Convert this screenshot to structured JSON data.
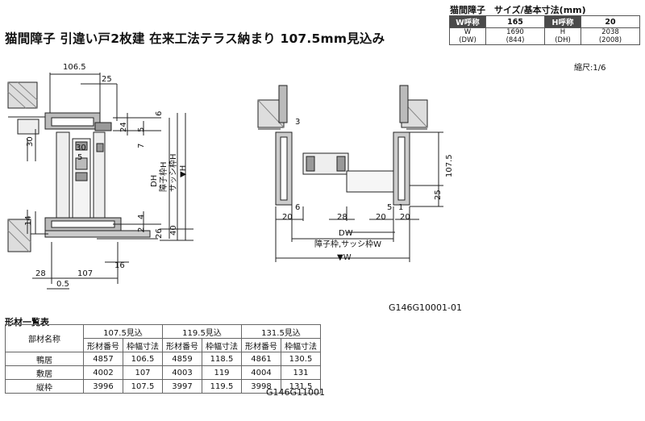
{
  "title": "猫間障子 引違い戸2枚建 在来工法テラス納まり 107.5mm見込み",
  "size_table": {
    "caption": "猫間障子　サイズ/基本寸法(mm)",
    "w_label": "W呼称",
    "w_value": "165",
    "h_label": "H呼称",
    "h_value": "20",
    "w_sub_label_1": "W",
    "w_sub_label_2": "(DW)",
    "w_sub_value_1": "1690",
    "w_sub_value_2": "(844)",
    "h_sub_label_1": "H",
    "h_sub_label_2": "(DH)",
    "h_sub_value_1": "2038",
    "h_sub_value_2": "(2008)"
  },
  "scale": "縮尺:1/6",
  "section": {
    "dims": [
      "106.5",
      "25",
      "6",
      "24",
      "5",
      "30",
      "30",
      "5",
      "7",
      "DH",
      "障子枠H",
      "サッシ枠H",
      "▼H",
      "14",
      "4",
      "2",
      "26",
      "40",
      "16",
      "28",
      "107",
      "0.5"
    ]
  },
  "plan": {
    "dims": [
      "3",
      "107.5",
      "25",
      "6",
      "5",
      "1",
      "20",
      "28",
      "20",
      "20",
      "DW",
      "障子枠,サッシ枠W",
      "▼W"
    ]
  },
  "code_1": "G146G10001-01",
  "profile_list": {
    "title": "形材一覧表",
    "col_name": "部材名称",
    "groups": [
      "107.5見込",
      "119.5見込",
      "131.5見込"
    ],
    "sub_headers": [
      "形材番号",
      "枠幅寸法"
    ],
    "rows": [
      {
        "name": "鴨居",
        "cells": [
          "4857",
          "106.5",
          "4859",
          "118.5",
          "4861",
          "130.5"
        ]
      },
      {
        "name": "敷居",
        "cells": [
          "4002",
          "107",
          "4003",
          "119",
          "4004",
          "131"
        ]
      },
      {
        "name": "縦枠",
        "cells": [
          "3996",
          "107.5",
          "3997",
          "119.5",
          "3998",
          "131.5"
        ]
      }
    ]
  },
  "code_2": "G146G11001"
}
